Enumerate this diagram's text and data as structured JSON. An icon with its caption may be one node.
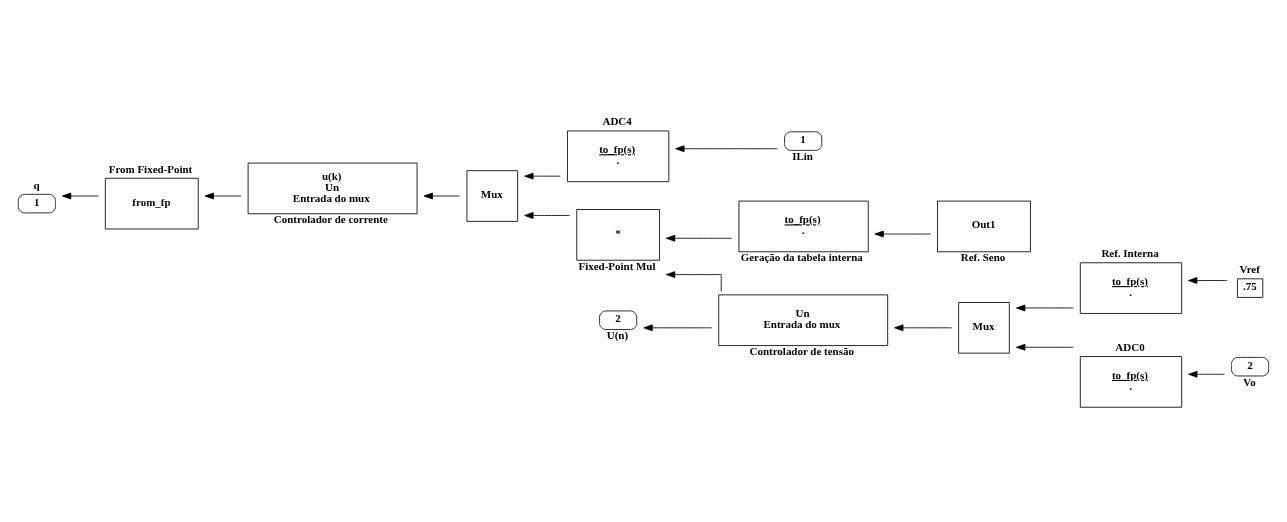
{
  "diagram": {
    "nodes": [
      {
        "text": [
          "Out1"
        ],
        "beside": [
          "Ref. Seno"
        ]
      },
      {
        "text": [
          "to_fp(s)",
          "."
        ],
        "beside": [
          "Geração da tabela interna"
        ]
      },
      {
        "text": [
          "2"
        ],
        "beside": [
          "U(n)"
        ]
      },
      {
        "text": [
          "Un",
          "Entrada do mux"
        ],
        "beside": [
          "Controlador de tensão"
        ]
      },
      {
        "text": [
          "Mux"
        ]
      },
      {
        "text": [
          "to_fp(s)",
          "."
        ],
        "beside": [
          "Ref. Interna"
        ]
      },
      {
        "text": [
          ".75"
        ],
        "beside": [
          "Vref"
        ]
      },
      {
        "text": [
          "to_fp(s)",
          "."
        ],
        "beside": [
          "ADC0"
        ]
      },
      {
        "text": [
          "2"
        ],
        "beside": [
          "Vo"
        ]
      },
      {
        "text": [
          "*"
        ],
        "beside": [
          "Fixed-Point Mul"
        ]
      },
      {
        "text": [
          "to_fp(s)",
          "."
        ],
        "beside": [
          "ADC4"
        ]
      },
      {
        "text": [
          "1"
        ],
        "beside": [
          "ILin"
        ]
      },
      {
        "text": [
          "from_fp"
        ],
        "beside": [
          "From Fixed-Point"
        ]
      },
      {
        "text": [
          "u(k)",
          "Un",
          "Entrada do mux"
        ],
        "beside": [
          "Controlador de corrente"
        ]
      },
      {
        "text": [
          "Mux"
        ]
      },
      {
        "text": [
          "1"
        ],
        "beside": [
          "q"
        ]
      }
    ],
    "edges": [
      {
        "from": 0,
        "to": 1,
        "arrow": "to"
      },
      {
        "from": 1,
        "to": 9,
        "arrow": "to"
      },
      {
        "from": 3,
        "to": 2,
        "arrow": "to"
      },
      {
        "from": 3,
        "to": 9,
        "arrow": "to"
      },
      {
        "from": 4,
        "to": 3,
        "arrow": "to"
      },
      {
        "from": 5,
        "to": 4,
        "arrow": "to"
      },
      {
        "from": 7,
        "to": 4,
        "arrow": "to"
      },
      {
        "from": 6,
        "to": 5,
        "arrow": "to"
      },
      {
        "from": 8,
        "to": 7,
        "arrow": "to"
      },
      {
        "from": 9,
        "to": 14,
        "arrow": "to"
      },
      {
        "from": 10,
        "to": 14,
        "arrow": "to"
      },
      {
        "from": 11,
        "to": 10,
        "arrow": "to"
      },
      {
        "from": 14,
        "to": 13,
        "arrow": "to"
      },
      {
        "from": 13,
        "to": 12,
        "arrow": "to"
      },
      {
        "from": 12,
        "to": 15,
        "arrow": "to"
      }
    ]
  }
}
